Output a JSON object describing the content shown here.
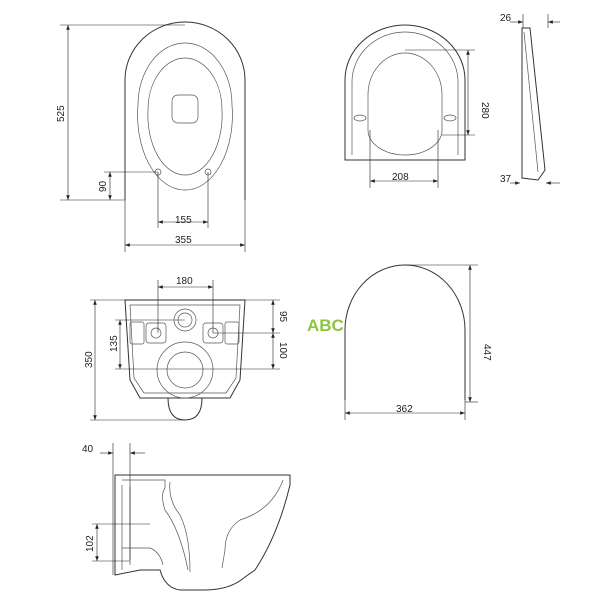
{
  "dimensions": {
    "top_view": {
      "height": "525",
      "hole_height": "90",
      "hole_spacing": "155",
      "width": "355"
    },
    "seat_top": {
      "width": "208",
      "height": "280"
    },
    "seat_side": {
      "top": "26",
      "bottom": "37"
    },
    "rear_view": {
      "hole_spacing": "180",
      "height": "350",
      "inner": "135",
      "upper": "95",
      "lower": "100"
    },
    "seat_outline": {
      "width": "362",
      "length": "447"
    },
    "section": {
      "depth": "40",
      "outlet": "102"
    }
  },
  "logo": {
    "text": "ABC",
    "color": "#8cc63f"
  },
  "line_color": "#333333"
}
